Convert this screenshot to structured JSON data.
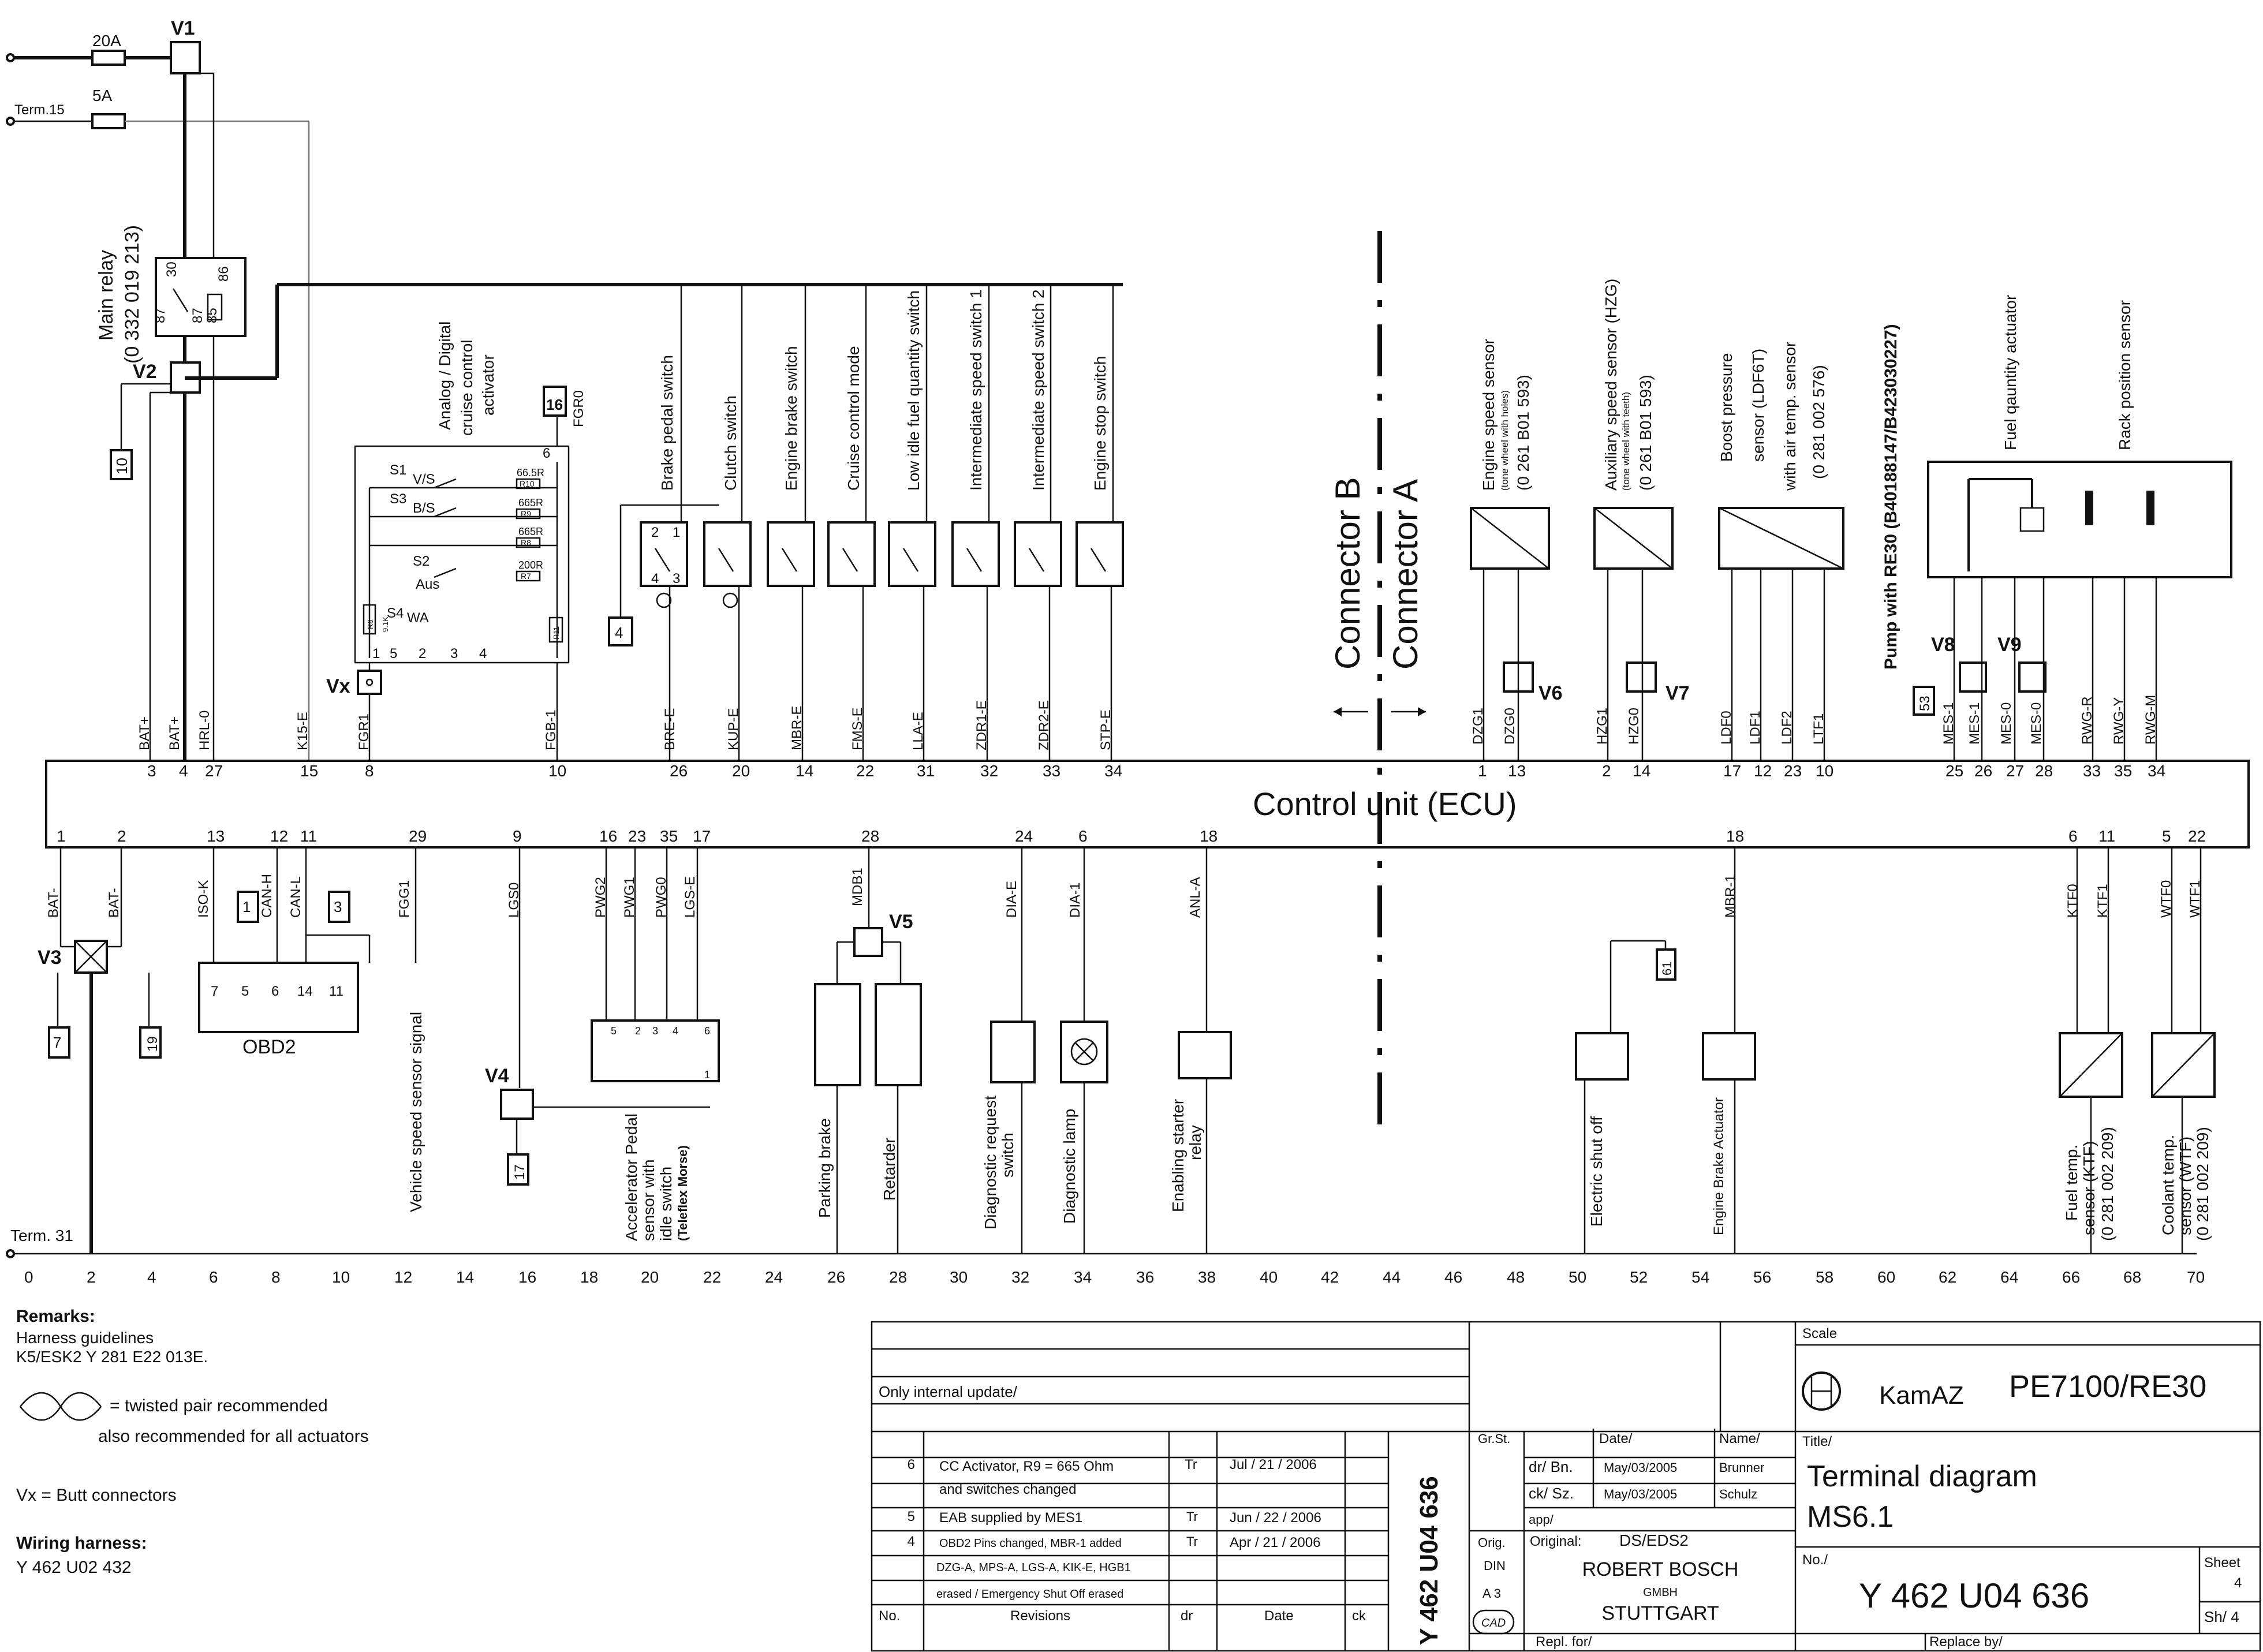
{
  "fuses": {
    "f1": "20A",
    "f2": "5A",
    "term15": "Term.15"
  },
  "nodes": {
    "v1": "V1",
    "v2": "V2",
    "v3": "V3",
    "v4": "V4",
    "v5": "V5",
    "v6": "V6",
    "v7": "V7",
    "v8": "V8",
    "v9": "V9",
    "vx": "Vx"
  },
  "main_relay": {
    "title": "Main relay",
    "part": "(0 332 019 213)",
    "pins": [
      "30",
      "86",
      "87",
      "87",
      "85"
    ]
  },
  "refs": [
    "10",
    "16",
    "4",
    "7",
    "19",
    "1",
    "3",
    "17",
    "61",
    "53"
  ],
  "cruise_activator": {
    "title": [
      "Analog / Digital",
      "cruise control",
      "activator"
    ],
    "fgr0": "FGR0",
    "switches": [
      "S1",
      "S3",
      "S2",
      "S4"
    ],
    "states": [
      "V/S",
      "B/S",
      "Aus",
      "WA"
    ],
    "resistors": [
      "66.5R",
      "665R",
      "665R",
      "200R"
    ],
    "rnames": [
      "R10",
      "R9",
      "R8",
      "R7",
      "R6",
      "R11"
    ],
    "r6": "9.1K",
    "pins": [
      "6",
      "1",
      "5",
      "2",
      "3",
      "4"
    ]
  },
  "top_switches": [
    "Brake pedal switch",
    "Clutch switch",
    "Engine brake switch",
    "Cruise control mode",
    "Low idle fuel quantity switch",
    "Intermediate speed switch 1",
    "Intermediate speed switch 2",
    "Engine stop switch"
  ],
  "switch_pins": [
    "2",
    "1",
    "4",
    "3"
  ],
  "top_signals": [
    "BAT+",
    "BAT+",
    "HRL-0",
    "K15-E",
    "FGR1",
    "FGB-1",
    "BRE-E",
    "KUP-E",
    "MBR-E",
    "FMS-E",
    "LLA-E",
    "ZDR1-E",
    "ZDR2-E",
    "STP-E"
  ],
  "top_pins": [
    "3",
    "4",
    "27",
    "15",
    "8",
    "10",
    "26",
    "20",
    "14",
    "22",
    "31",
    "32",
    "33",
    "34"
  ],
  "connector_b": "Connector B",
  "connector_a": "Connector A",
  "sensors": {
    "eng_speed": [
      "Engine speed sensor",
      "(tone wheel with holes)",
      "(0 261 B01 593)"
    ],
    "aux_speed": [
      "Auxiliary speed sensor (HZG)",
      "(tone wheel with teeth)",
      "(0 261 B01 593)"
    ],
    "boost": [
      "Boost pressure",
      "sensor (LDF6T)",
      "with air temp. sensor",
      "(0 281 002 576)"
    ],
    "pump": "Pump with RE30 (B40188147/B423030227)",
    "fuel_qty": "Fuel qauntity actuator",
    "rack": "Rack position sensor"
  },
  "right_signals": [
    "DZG1",
    "DZG0",
    "HZG1",
    "HZG0",
    "LDF0",
    "LDF1",
    "LDF2",
    "LTF1",
    "MES-1",
    "MES-1",
    "MES-0",
    "MES-0",
    "RWG-R",
    "RWG-Y",
    "RWG-M"
  ],
  "right_pins": [
    "1",
    "13",
    "2",
    "14",
    "17",
    "12",
    "23",
    "10",
    "25",
    "26",
    "27",
    "28",
    "33",
    "35",
    "34"
  ],
  "ecu": "Control unit (ECU)",
  "bottom_pins": [
    "1",
    "2",
    "13",
    "12",
    "11",
    "29",
    "9",
    "16",
    "23",
    "35",
    "17",
    "28",
    "24",
    "6",
    "18",
    "18",
    "6",
    "11",
    "5",
    "22"
  ],
  "bottom_signals": [
    "BAT-",
    "BAT-",
    "ISO-K",
    "CAN-H",
    "CAN-L",
    "FGG1",
    "LGS0",
    "PWG2",
    "PWG1",
    "PWG0",
    "LGS-E",
    "MDB1",
    "DIA-E",
    "DIA-1",
    "ANL-A",
    "MBR-1",
    "KTF0",
    "KTF1",
    "WTF0",
    "WTF1"
  ],
  "obd2": {
    "label": "OBD2",
    "pins": [
      "7",
      "5",
      "6",
      "14",
      "11"
    ]
  },
  "pedal_pins": [
    "5",
    "2",
    "3",
    "4",
    "6",
    "1"
  ],
  "bottom_labels": [
    "Vehicle speed sensor signal",
    "Accelerator Pedal",
    "sensor with",
    "idle switch",
    "(Teleflex Morse)",
    "Parking brake",
    "Retarder",
    "Diagnostic request",
    "switch",
    "Diagnostic lamp",
    "Enabling starter",
    "relay",
    "Electric shut off",
    "Engine Brake Actuator",
    "Fuel temp.",
    "sensor (KTF)",
    "(0 281 002 209)",
    "Coolant temp.",
    "sensor (WTF)",
    "(0 281 002 209)"
  ],
  "term31": "Term. 31",
  "ruler": [
    "0",
    "2",
    "4",
    "6",
    "8",
    "10",
    "12",
    "14",
    "16",
    "18",
    "20",
    "22",
    "24",
    "26",
    "28",
    "30",
    "32",
    "34",
    "36",
    "38",
    "40",
    "42",
    "44",
    "46",
    "48",
    "50",
    "52",
    "54",
    "56",
    "58",
    "60",
    "62",
    "64",
    "66",
    "68",
    "70"
  ],
  "remarks": {
    "title": "Remarks:",
    "lines": [
      "Harness guidelines",
      "K5/ESK2   Y 281 E22 013E."
    ],
    "twisted1": "= twisted pair recommended",
    "twisted2": "also recommended for all actuators",
    "vx": "Vx  = Butt connectors",
    "harness_title": "Wiring harness:",
    "harness_no": "Y 462 U02 432"
  },
  "title_block": {
    "internal": "Only internal update/",
    "rev_rows": [
      {
        "no": "6",
        "text": "CC Activator, R9 = 665 Ohm",
        "dr": "Tr",
        "date": "Jul / 21 / 2006"
      },
      {
        "no": "",
        "text": "and switches changed",
        "dr": "",
        "date": ""
      },
      {
        "no": "5",
        "text": "EAB supplied by MES1",
        "dr": "Tr",
        "date": "Jun / 22 / 2006"
      },
      {
        "no": "4",
        "text": "OBD2 Pins changed, MBR-1 added",
        "dr": "Tr",
        "date": "Apr / 21 / 2006"
      },
      {
        "no": "",
        "text": "DZG-A, MPS-A, LGS-A, KIK-E, HGB1",
        "dr": "",
        "date": ""
      },
      {
        "no": "",
        "text": "erased  /  Emergency Shut Off erased",
        "dr": "",
        "date": ""
      }
    ],
    "hdr": [
      "No.",
      "Revisions",
      "dr",
      "Date",
      "ck"
    ],
    "vertical_no": "Y 462 U04 636",
    "grst": "Gr.St.",
    "date_hdr": "Date/",
    "name_hdr": "Name/",
    "dr_bn": "dr/ Bn.",
    "ck_sz": "ck/ Sz.",
    "app": "app/",
    "date1": "May/03/2005",
    "date2": "May/03/2005",
    "name1": "Brunner",
    "name2": "Schulz",
    "orig": "Orig.",
    "din": "DIN",
    "a3": "A 3",
    "cad": "CAD",
    "original": "Original:",
    "dept": "DS/EDS2",
    "company1": "ROBERT BOSCH",
    "company2": "GMBH",
    "company3": "STUTTGART",
    "repl_for": "Repl. for/",
    "replace_by": "Replace by/",
    "scale": "Scale",
    "brand": "KamAZ",
    "model": "PE7100/RE30",
    "title_lbl": "Title/",
    "title1": "Terminal diagram",
    "title2": "MS6.1",
    "no_lbl": "No./",
    "number": "Y 462 U04 636",
    "sheet_lbl": "Sheet",
    "sheet": "4",
    "sh": "Sh/ 4"
  }
}
